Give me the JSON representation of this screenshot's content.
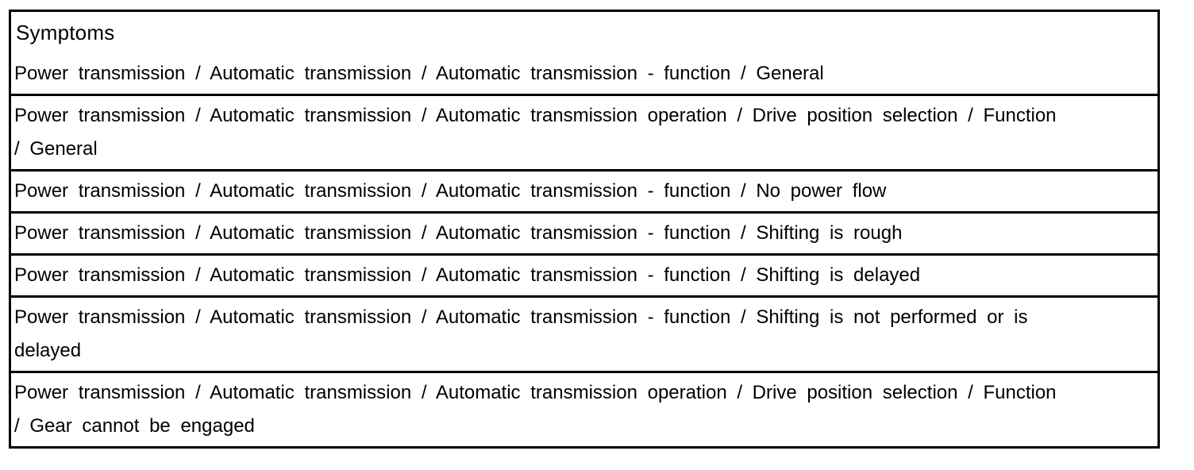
{
  "table": {
    "header": "Symptoms",
    "rows": [
      {
        "lines": [
          "Power transmission / Automatic transmission / Automatic transmission - function / General"
        ]
      },
      {
        "lines": [
          "Power transmission / Automatic transmission / Automatic transmission operation / Drive position selection / Function",
          "/ General"
        ]
      },
      {
        "lines": [
          "Power transmission / Automatic transmission / Automatic transmission - function / No power flow"
        ]
      },
      {
        "lines": [
          "Power transmission / Automatic transmission / Automatic transmission - function / Shifting is rough"
        ]
      },
      {
        "lines": [
          "Power transmission / Automatic transmission / Automatic transmission - function / Shifting is delayed"
        ]
      },
      {
        "lines": [
          "Power transmission / Automatic transmission / Automatic transmission - function / Shifting is not performed or is",
          "delayed"
        ]
      },
      {
        "lines": [
          "Power transmission / Automatic transmission / Automatic transmission operation / Drive position selection / Function",
          "/ Gear cannot be engaged"
        ]
      }
    ],
    "colors": {
      "border": "#000000",
      "text": "#000000",
      "background": "#ffffff"
    }
  }
}
